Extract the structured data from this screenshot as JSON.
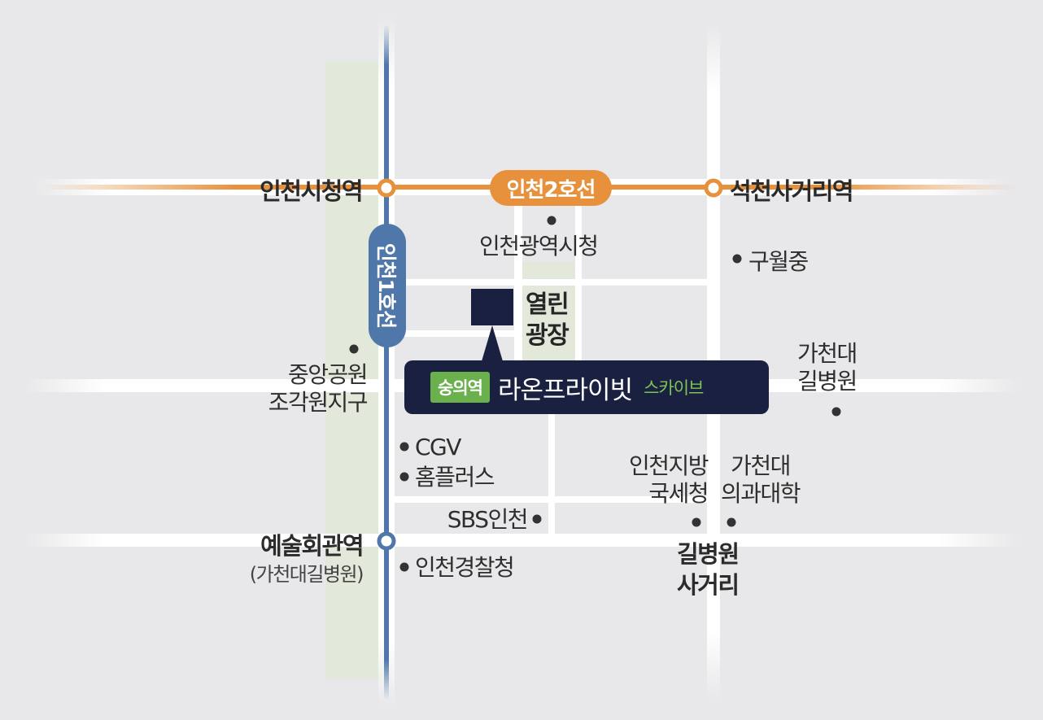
{
  "transit": {
    "line1": {
      "name": "인천1호선",
      "color": "#4f77a9"
    },
    "line2": {
      "name": "인천2호선",
      "color": "#e8913c"
    }
  },
  "stations": {
    "city_hall": "인천시청역",
    "seokcheon": "석천사거리역",
    "arts_center": {
      "name": "예술회관역",
      "sub": "(가천대길병원)"
    }
  },
  "pois": {
    "incheon_city_hall": "인천광역시청",
    "guwol_middle": "구월중",
    "central_park": "중앙공원\n조각원지구",
    "gachon_hospital": "가천대\n길병원",
    "cgv": "CGV",
    "homeplus": "홈플러스",
    "sbs": "SBS인천",
    "police": "인천경찰청",
    "tax_office": "인천지방\n국세청",
    "gachon_medical": "가천대\n의과대학",
    "gil_intersection": "길병원\n사거리",
    "open_plaza": "열린\n광장"
  },
  "destination": {
    "badge": "숭의역",
    "name": "라온프라이빗",
    "sub": "스카이브",
    "badge_color": "#6ab04c",
    "box_color": "#1a2040"
  },
  "colors": {
    "background": "#e8e8ea",
    "road": "#ffffff",
    "park": "#e2e8da"
  }
}
